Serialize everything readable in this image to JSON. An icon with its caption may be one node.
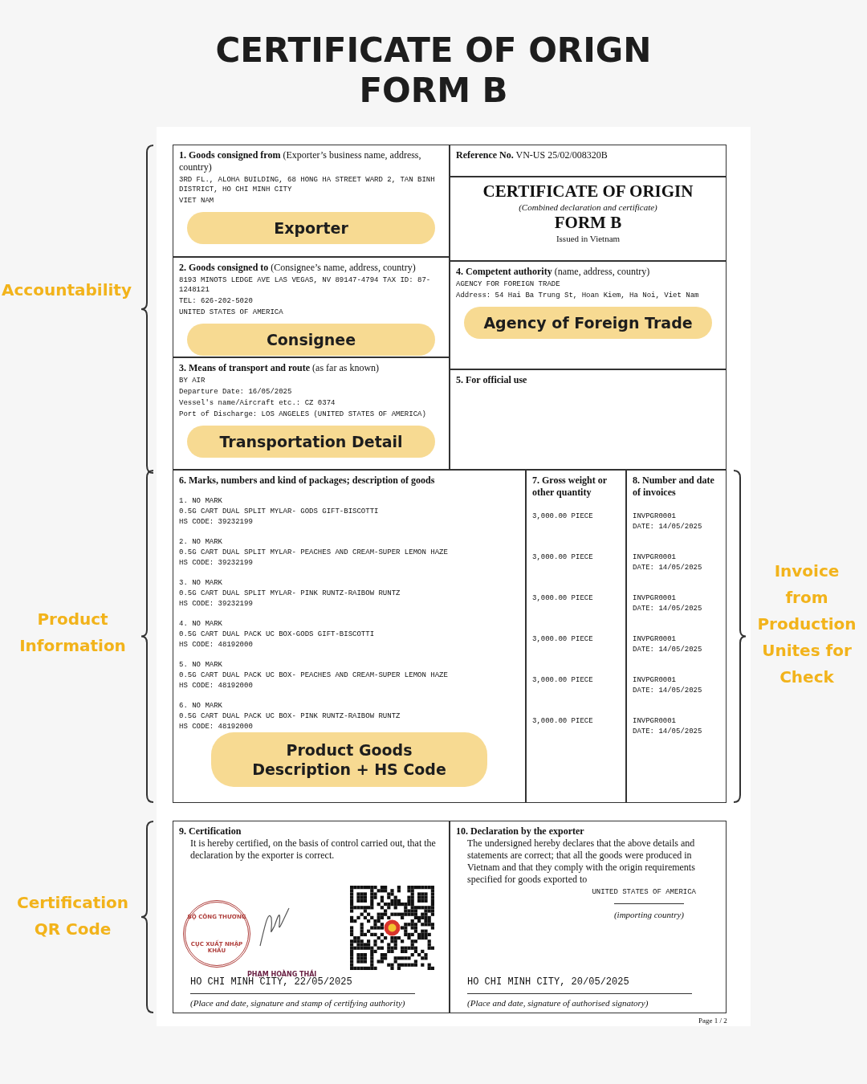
{
  "diagram": {
    "title": "CERTIFICATE OF ORIGN FORM B",
    "nodes": [
      {
        "text": [
          "**1. Goods consigned from** (Exporter’s business name, address, country)",
          "3RD FL., ALOHA BUILDING, 68 HONG HA STREET WARD 2, TAN BINH DISTRICT, HO CHI MINH CITY",
          "VIET NAM"
        ]
      },
      {
        "text": [
          "Exporter"
        ],
        "in": 0
      },
      {
        "text": [
          "**2. Goods consigned to** (Consignee’s name, address, country)",
          "8193 MINOTS LEDGE AVE LAS VEGAS, NV 89147-4794 TAX ID: 87-1248121",
          "TEL: 626-202-5020",
          "UNITED STATES OF AMERICA"
        ]
      },
      {
        "text": [
          "Consignee"
        ],
        "in": 2
      },
      {
        "text": [
          "**3. Means of transport and route** (as far as known)",
          "BY AIR",
          "Departure Date: 16/05/2025",
          "Vessel's name/Aircraft etc.: CZ 0374",
          "Port of Discharge: LOS ANGELES (UNITED STATES OF AMERICA)"
        ]
      },
      {
        "text": [
          "Transportation Detail"
        ],
        "in": 4
      },
      {
        "text": [
          "**Reference No.** VN-US 25/02/008320B"
        ]
      },
      {
        "text": [
          "CERTIFICATE OF ORIGIN",
          "(Combined declaration and certificate)",
          "FORM B",
          "Issued in Vietnam"
        ]
      },
      {
        "text": [
          "**4. Competent authority** (name, address, country)",
          "AGENCY FOR FOREIGN TRADE",
          "Address: 54 Hai Ba Trung St, Hoan Kiem, Ha Noi, Viet Nam"
        ]
      },
      {
        "text": [
          "Agency of Foreign Trade"
        ],
        "in": 8
      },
      {
        "text": [
          "5. For official use"
        ]
      },
      {
        "text": [
          "6. Marks, numbers and kind of packages; description of goods",
          "1. NO MARK",
          "0.5G CART DUAL SPLIT MYLAR- GODS GIFT-BISCOTTI",
          "HS CODE: 39232199",
          "2. NO MARK",
          "0.5G CART DUAL SPLIT MYLAR- PEACHES AND CREAM-SUPER LEMON HAZE",
          "HS CODE: 39232199",
          "3. NO MARK",
          "0.5G CART DUAL SPLIT MYLAR- PINK RUNTZ-RAIBOW RUNTZ",
          "HS CODE: 39232199",
          "4. NO MARK",
          "0.5G CART DUAL PACK UC BOX-GODS GIFT-BISCOTTI",
          "HS CODE: 48192000",
          "5. NO MARK",
          "0.5G CART DUAL PACK UC BOX- PEACHES AND CREAM-SUPER LEMON HAZE",
          "HS CODE: 48192000",
          "6. NO MARK",
          "0.5G CART DUAL PACK UC BOX- PINK RUNTZ-RAIBOW RUNTZ",
          "HS CODE: 48192000"
        ]
      },
      {
        "text": [
          "Product Goods Description + HS Code"
        ],
        "in": 11
      },
      {
        "text": [
          "7. Gross weight or other quantity",
          "3,000.00 PIECE",
          "3,000.00 PIECE",
          "3,000.00 PIECE",
          "3,000.00 PIECE",
          "3,000.00 PIECE",
          "3,000.00 PIECE"
        ]
      },
      {
        "text": [
          "8. Number and date of invoices",
          "INVPGR0001",
          "DATE: 14/05/2025",
          "INVPGR0001",
          "DATE: 14/05/2025",
          "INVPGR0001",
          "DATE: 14/05/2025",
          "INVPGR0001",
          "DATE: 14/05/2025",
          "INVPGR0001",
          "DATE: 14/05/2025",
          "INVPGR0001",
          "DATE: 14/05/2025"
        ]
      },
      {
        "text": [
          "9. Certification",
          "It is hereby certified, on the basis of control carried out, that the declaration by the exporter is correct.",
          "PHẠM HOÀNG THÁI",
          "HO CHI MINH CITY, 22/05/2025",
          "(Place and date, signature and stamp of certifying authority)"
        ]
      },
      {
        "text": [
          "BỘ CÔNG THƯƠNG",
          "CỤC XUẤT NHẬP KHẨU"
        ],
        "in": 15
      },
      {
        "text": [
          "10. Declaration by the exporter",
          "The undersigned hereby declares that the above details and statements are correct; that all the goods were produced in Vietnam and that they comply with the origin requirements specified for goods exported to",
          "UNITED STATES OF AMERICA",
          "(importing country)",
          "HO CHI MINH CITY, 20/05/2025",
          "(Place and date, signature of authorised signatory)"
        ]
      }
    ],
    "labels": [
      "Accountability",
      "Product Information",
      "Invoice from Production Unites for Check",
      "Certification QR Code",
      "Page 1 / 2"
    ]
  }
}
